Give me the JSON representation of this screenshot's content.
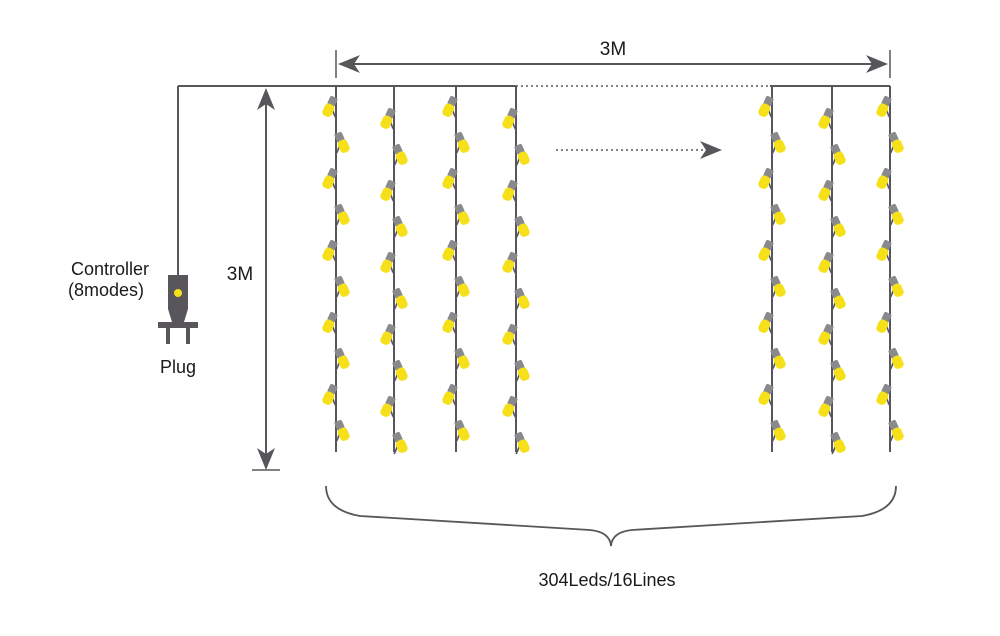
{
  "labels": {
    "width_dimension": "3M",
    "height_dimension": "3M",
    "controller_line1": "Controller",
    "controller_line2": "(8modes)",
    "plug": "Plug",
    "led_summary": "304Leds/16Lines"
  },
  "colors": {
    "wire": "#58565a",
    "led_yellow": "#f6e01a",
    "led_socket": "#8a8a8c",
    "arrow": "#58565a",
    "text": "#1a1a1a"
  },
  "icons": [
    "plug-icon",
    "controller-led-icon",
    "led-bulb-icon",
    "arrow-right-icon"
  ]
}
